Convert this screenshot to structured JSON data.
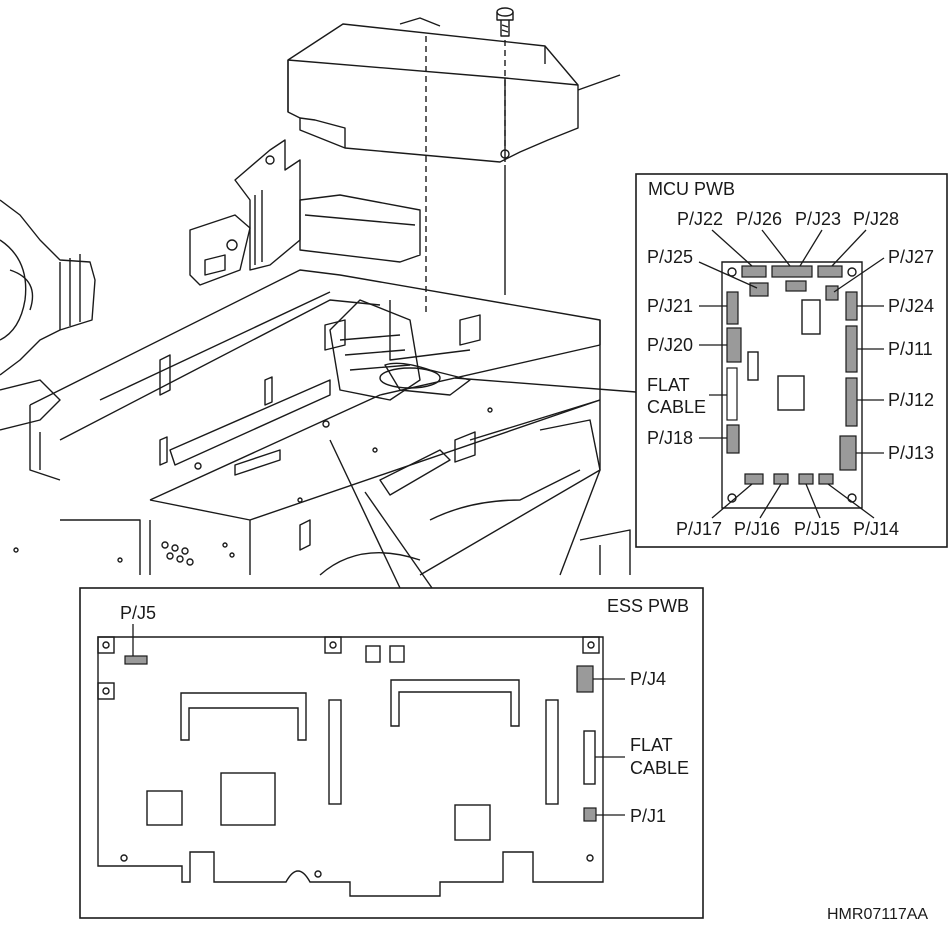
{
  "diagram_id": "HMR07117AA",
  "mcu": {
    "title": "MCU PWB",
    "connectors": {
      "pj22": "P/J22",
      "pj26": "P/J26",
      "pj23": "P/J23",
      "pj28": "P/J28",
      "pj25": "P/J25",
      "pj27": "P/J27",
      "pj21": "P/J21",
      "pj24": "P/J24",
      "pj20": "P/J20",
      "pj11": "P/J11",
      "pj12": "P/J12",
      "pj18": "P/J18",
      "pj13": "P/J13",
      "pj17": "P/J17",
      "pj16": "P/J16",
      "pj15": "P/J15",
      "pj14": "P/J14"
    },
    "flat_cable_line1": "FLAT",
    "flat_cable_line2": "CABLE"
  },
  "ess": {
    "title": "ESS PWB",
    "connectors": {
      "pj5": "P/J5",
      "pj4": "P/J4",
      "pj1": "P/J1"
    },
    "flat_cable_line1": "FLAT",
    "flat_cable_line2": "CABLE"
  },
  "colors": {
    "line": "#1a1a1a",
    "connector_fill": "#9a9a9a",
    "background": "#ffffff"
  }
}
